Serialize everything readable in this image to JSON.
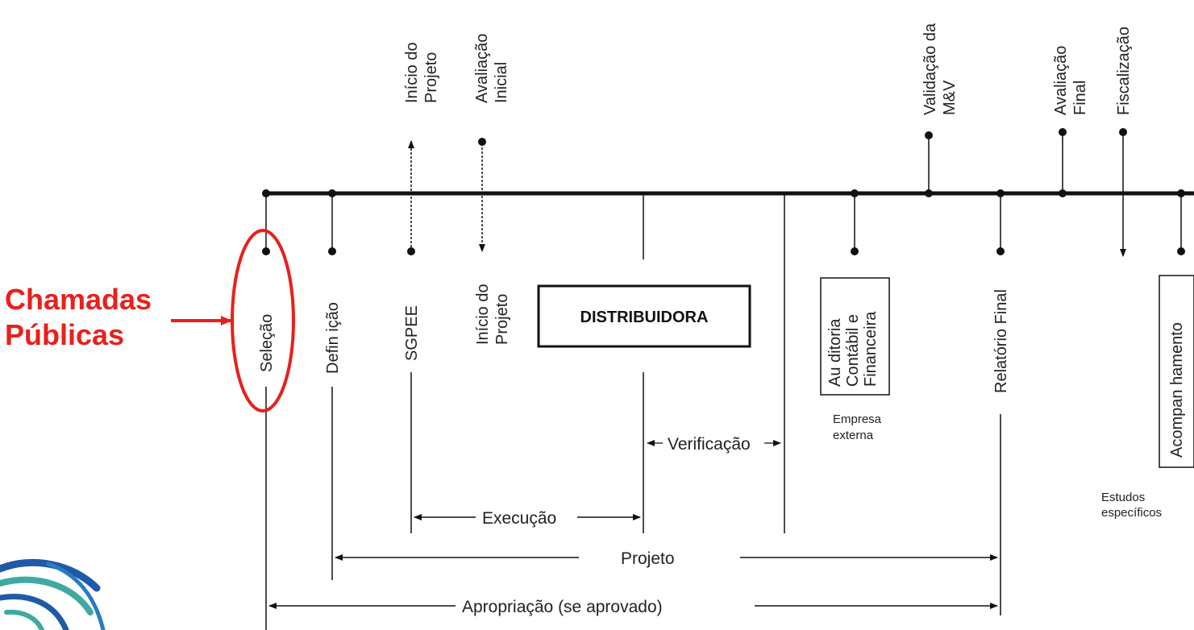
{
  "callout": {
    "line1": "Chamadas",
    "line2": "Públicas",
    "color": "#e8201c"
  },
  "top_labels": {
    "inicio_projeto": [
      "Início do",
      "Projeto"
    ],
    "avaliacao_inicial": [
      "Avaliação",
      "Inicial"
    ],
    "validacao_mv": [
      "Validação da",
      "M&V"
    ],
    "avaliacao_final": [
      "Avaliação",
      "Final"
    ],
    "fiscalizacao": "Fiscalização"
  },
  "bottom_labels": {
    "selecao": "Seleção",
    "definicao": "Defin ição",
    "sgpee": "SGPEE",
    "inicio_projeto": [
      "Início do",
      "Projeto"
    ],
    "distribuidora": "DISTRIBUIDORA",
    "auditoria": [
      "Au ditoria",
      "Contábil e",
      "Financeira"
    ],
    "relatorio_final": "Relatório Final",
    "acompanhamento": "Acompan hamento"
  },
  "notes": {
    "empresa_externa": [
      "Empresa",
      "externa"
    ],
    "estudos_especificos": [
      "Estudos",
      "específicos"
    ]
  },
  "spans": {
    "verificacao": "Verificação",
    "execucao": "Execução",
    "projeto": "Projeto",
    "apropriacao": "Apropriação (se aprovado)"
  },
  "colors": {
    "line": "#111111",
    "highlight": "#e8201c",
    "logo_blue": "#1f5aa6",
    "logo_teal": "#3fa9a0"
  }
}
